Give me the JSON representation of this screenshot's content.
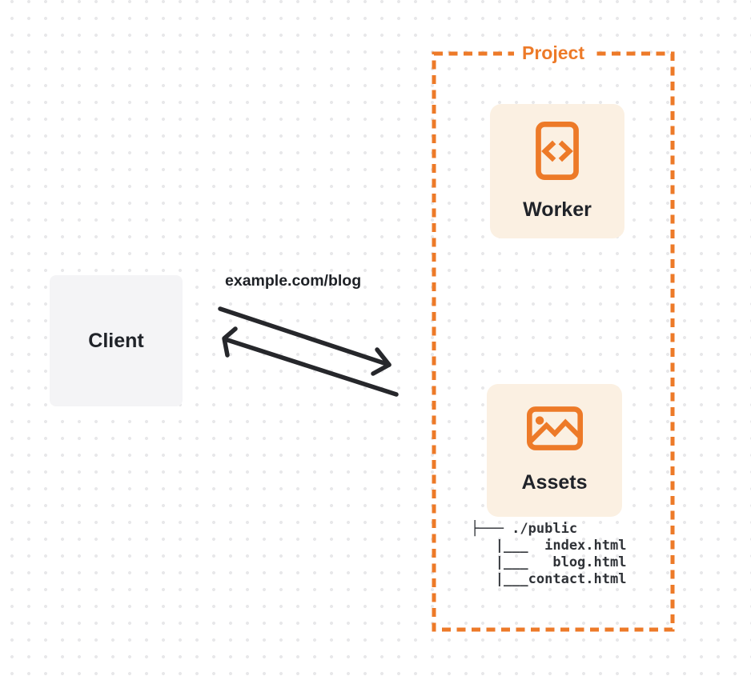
{
  "colors": {
    "orange": "#ED7A28",
    "card_background": "#FBF0E2",
    "client_background": "#F4F4F6",
    "arrow": "#26272B",
    "text_dark": "#202329",
    "dot_grid": "#E8E8EA"
  },
  "client": {
    "label": "Client"
  },
  "request": {
    "url_label": "example.com/blog"
  },
  "project": {
    "label": "Project",
    "worker": {
      "label": "Worker",
      "icon": "code-document-icon"
    },
    "assets": {
      "label": "Assets",
      "icon": "image-icon",
      "file_tree": [
        "├─── ./public",
        "   |___  index.html",
        "   |___   blog.html",
        "   |___contact.html"
      ]
    }
  }
}
